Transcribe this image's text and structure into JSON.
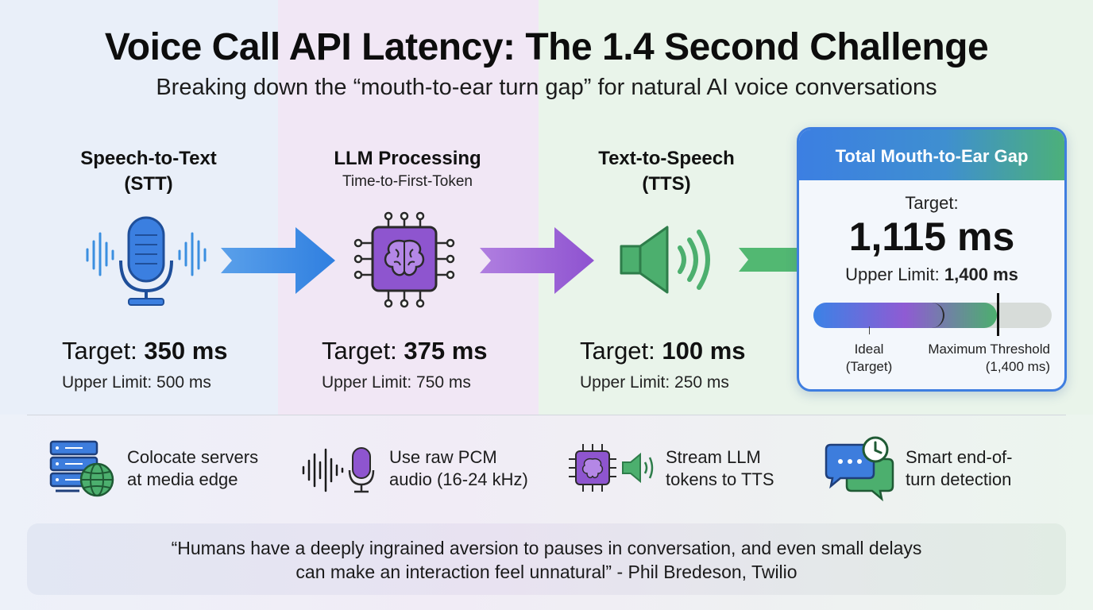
{
  "title": "Voice Call API Latency: The 1.4 Second Challenge",
  "subtitle": "Breaking down the “mouth-to-ear turn gap” for natural AI voice conversations",
  "colors": {
    "blue": "#3b82e6",
    "purple": "#8f5bd3",
    "green": "#4caf6e"
  },
  "stages": [
    {
      "title_line1": "Speech-to-Text",
      "title_line2": "(STT)",
      "sub": "",
      "icon": "microphone-icon",
      "target_label": "Target: ",
      "target_value": "350 ms",
      "limit": "Upper Limit: 500 ms"
    },
    {
      "title_line1": "LLM Processing",
      "title_line2": "",
      "sub": "Time-to-First-Token",
      "icon": "brain-chip-icon",
      "target_label": "Target: ",
      "target_value": "375 ms",
      "limit": "Upper Limit: 750 ms"
    },
    {
      "title_line1": "Text-to-Speech",
      "title_line2": "(TTS)",
      "sub": "",
      "icon": "speaker-icon",
      "target_label": "Target: ",
      "target_value": "100 ms",
      "limit": "Upper Limit: 250 ms"
    }
  ],
  "total": {
    "heading": "Total Mouth-to-Ear Gap",
    "target_label": "Target:",
    "target_value": "1,115 ms",
    "limit_label": "Upper Limit: ",
    "limit_value": "1,400 ms",
    "ideal_label": "Ideal\n(Target)",
    "threshold_label": "Maximum Threshold\n(1,400 ms)",
    "fill_fraction": 0.55,
    "threshold_fraction": 0.77
  },
  "tips": [
    {
      "icon": "server-globe-icon",
      "text": "Colocate servers\nat media edge"
    },
    {
      "icon": "waveform-microphone-icon",
      "text": "Use raw PCM\naudio (16-24 kHz)"
    },
    {
      "icon": "brain-chip-speaker-icon",
      "text": "Stream LLM\ntokens to TTS"
    },
    {
      "icon": "chat-clock-icon",
      "text": "Smart end-of-\nturn detection"
    }
  ],
  "quote": "“Humans have a deeply ingrained aversion to pauses in conversation, and even small delays\ncan make an interaction feel unnatural” - Phil Bredeson, Twilio"
}
